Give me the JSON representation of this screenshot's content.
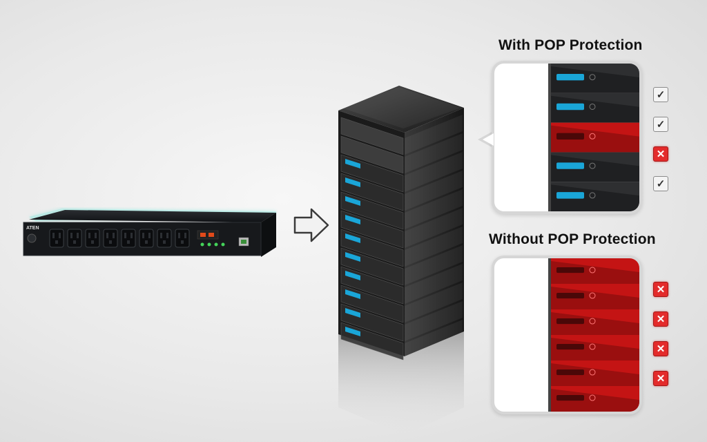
{
  "panels": {
    "with_label": "With POP Protection",
    "without_label": "Without POP Protection"
  },
  "with_status": [
    "ok",
    "ok",
    "fail",
    "ok"
  ],
  "without_status": [
    "fail",
    "fail",
    "fail",
    "fail"
  ],
  "device": {
    "brand": "ATEN"
  },
  "colors": {
    "ok": "#f4f4f4",
    "fail": "#e32b2b",
    "server_red": "#c41414",
    "server_blue": "#1aa6d8"
  },
  "icons": {
    "ok": "check-icon",
    "fail": "x-icon",
    "arrow": "right-arrow-icon"
  }
}
